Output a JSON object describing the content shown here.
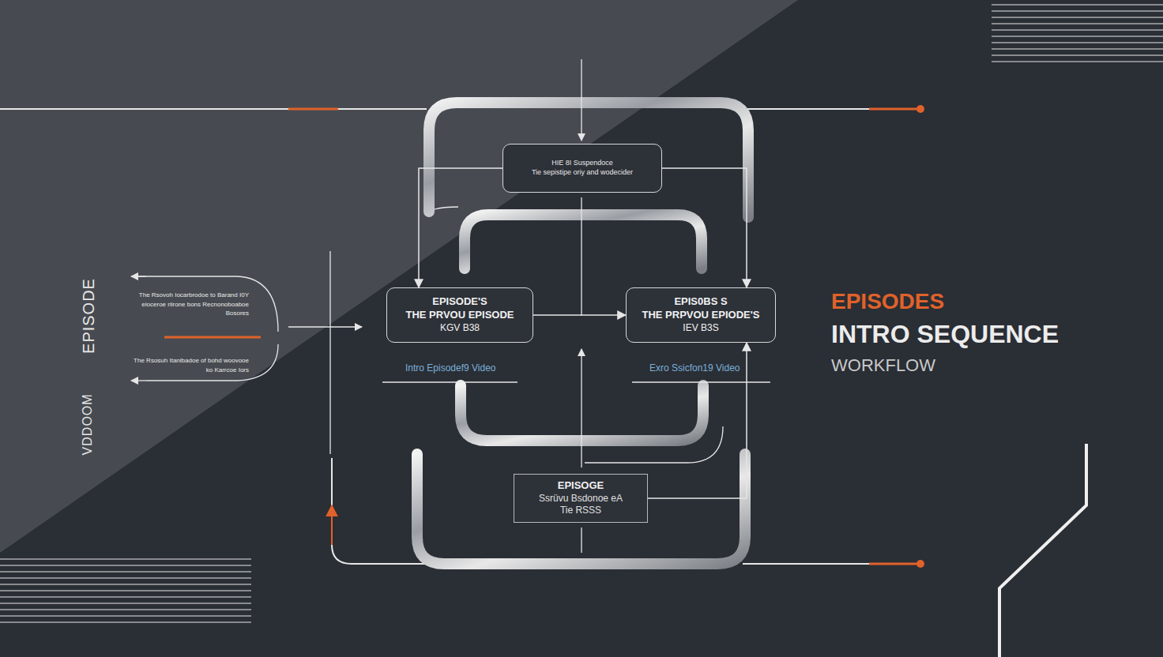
{
  "diagram": {
    "title": "INTRO SEQUENCE",
    "caption": "WORKFLOW",
    "nodes": [
      {
        "text": [
          "HIE 8I Suspendoce",
          "Tie sepistipe oriy and wodecider"
        ]
      },
      {
        "text": [
          "EPISODE'S",
          "THE PRVOU EPISODE",
          "KGV B38"
        ]
      },
      {
        "text": [
          "EPIS0BS S",
          "THE PRPVOU EPIODE'S",
          "IEV B3S"
        ]
      },
      {
        "text": [
          "EPISOGE",
          "Ssrüvu Bsdonoe eA",
          "Tie RSSS"
        ]
      }
    ],
    "edges": [
      {
        "from": 0,
        "to": 1,
        "arrow": "to"
      },
      {
        "from": 0,
        "to": 2,
        "arrow": "to"
      },
      {
        "from": 1,
        "to": 2,
        "arrow": "to"
      },
      {
        "from": 3,
        "to": 2,
        "arrow": "to"
      }
    ],
    "labels": [
      "EPISODES",
      "Intro Episodef9 Video",
      "Exro Ssicfon19 Video",
      "EPISODE",
      "VDDOOM",
      "The Rsovoh Iocarbrodoe to Barand I0Y eioceroe riirone bons Recnonoboaboe Bosores",
      "The Rsosuh Itanibadoe of bohd woovooe ko Karrcoe Iors"
    ]
  }
}
